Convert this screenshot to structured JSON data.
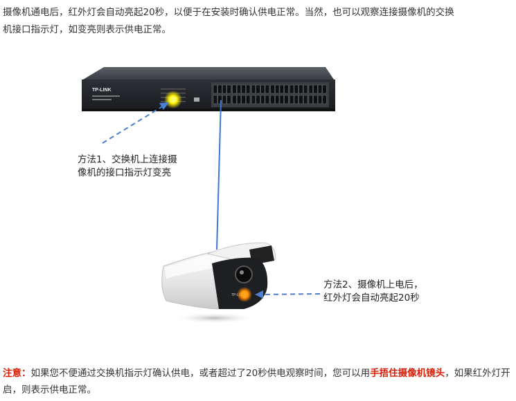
{
  "intro": {
    "line1": "摄像机通电后，红外灯会自动亮起20秒，以便于在安装时确认供电正常。当然，也可以观察连接摄像机的交换",
    "line2": "机接口指示灯，如变亮则表示供电正常。"
  },
  "figure": {
    "switch_brand": "TP-LINK",
    "method1": {
      "line1": "方法1、交换机上连接摄",
      "line2": "像机的接口指示灯变亮"
    },
    "method2": {
      "line1": "方法2、摄像机上电后，",
      "line2": "红外灯会自动亮起20秒"
    },
    "camera_brand": "TP-LINK",
    "colors": {
      "arrow": "#4a7fd4",
      "cable": "#3b78d8",
      "indicator": "#ffee00",
      "ir_light": "#ff8a00"
    }
  },
  "note": {
    "label": "注意：",
    "text_a": "如果您不便通过交换机指示灯确认供电，或者超过了20秒供电观察时间，您可以用",
    "emphasis": "手捂住摄像机镜头",
    "text_b": "，如果红外灯开启，则表示供电正常。"
  }
}
